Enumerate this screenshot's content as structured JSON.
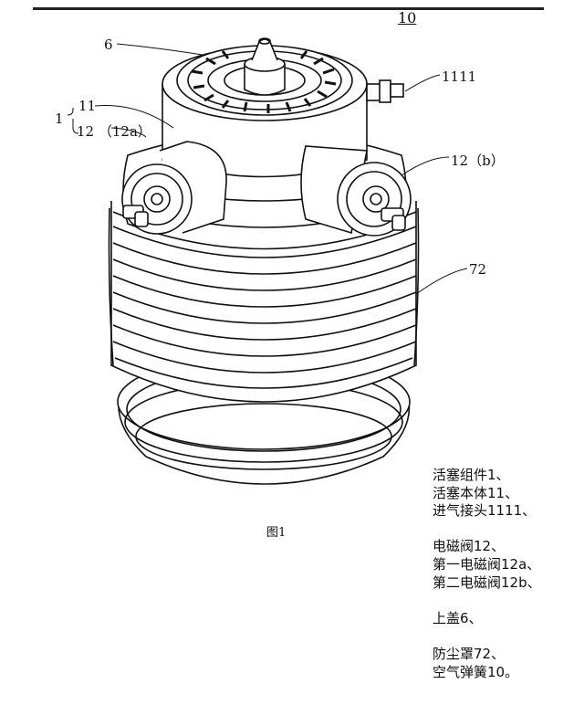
{
  "figure_number": "10",
  "caption": "图1",
  "labels": {
    "top_cover": "6",
    "piston_body": "11",
    "piston_assembly": "1",
    "valve_a": "12 （12a）",
    "inlet_fitting": "1111",
    "valve_b": "12（b）",
    "dust_cover": "72"
  },
  "legend": {
    "group1": [
      "活塞组件1、",
      "活塞本体11、",
      "进气接头1111、"
    ],
    "group2": [
      "电磁阀12、",
      "第一电磁阀12a、",
      "第二电磁阀12b、"
    ],
    "group3": [
      "上盖6、"
    ],
    "group4": [
      "防尘罩72、",
      "空气弹簧10。"
    ]
  }
}
